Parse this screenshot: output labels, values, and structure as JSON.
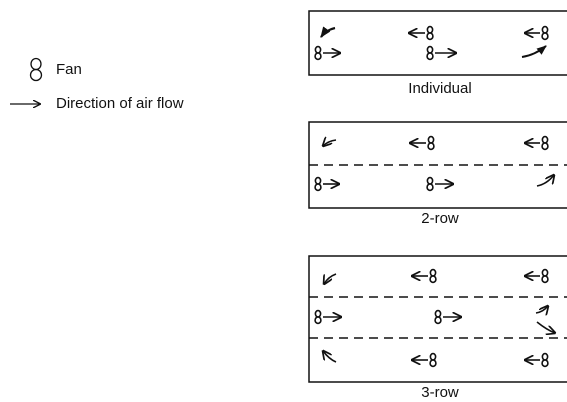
{
  "legend": {
    "fan_label": "Fan",
    "airflow_label": "Direction of air flow"
  },
  "panels": [
    {
      "caption": "Individual"
    },
    {
      "caption": "2-row"
    },
    {
      "caption": "3-row"
    }
  ]
}
